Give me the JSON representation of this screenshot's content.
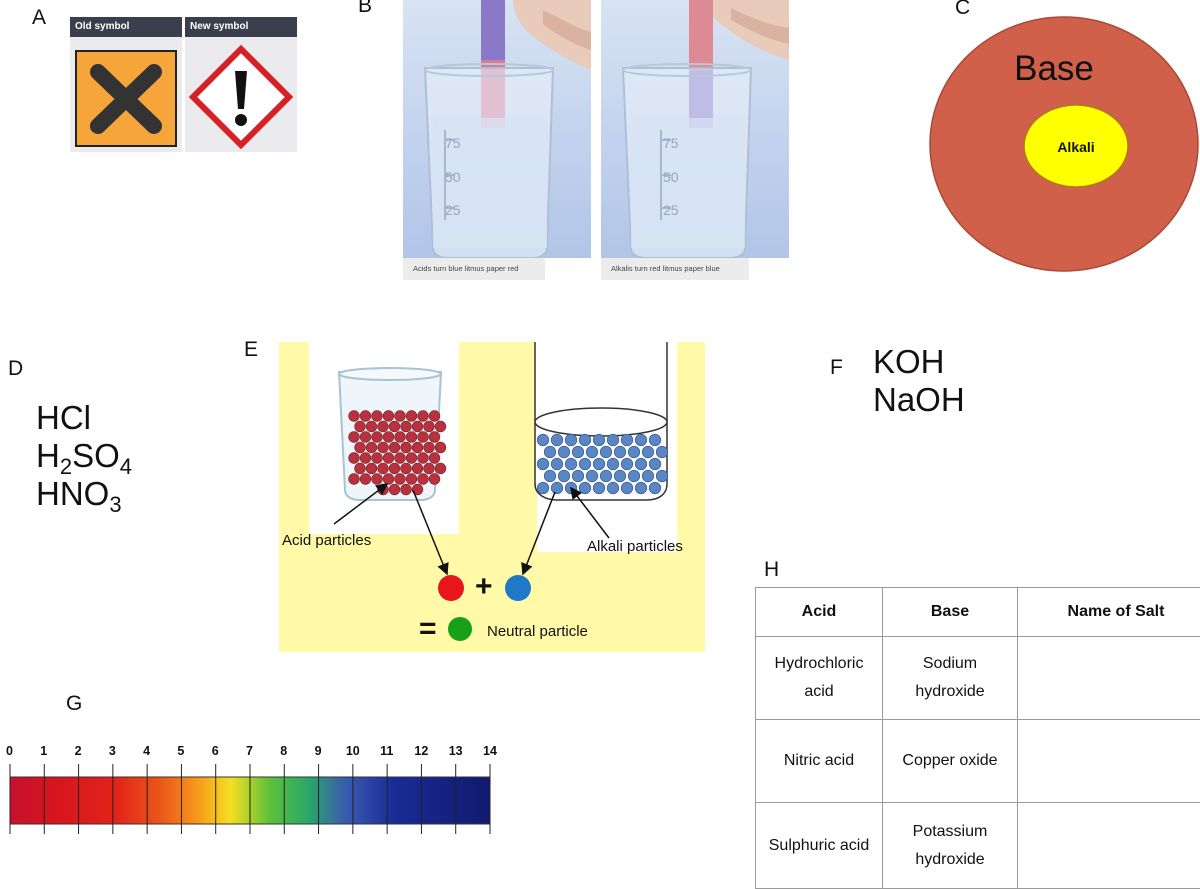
{
  "labels": {
    "a": "A",
    "b": "B",
    "c": "C",
    "d": "D",
    "e": "E",
    "f": "F",
    "g": "G",
    "h": "H"
  },
  "hazard": {
    "old_label": "Old symbol",
    "new_label": "New symbol",
    "colors": {
      "old_bg": "#f6a53a",
      "cross": "#333333",
      "diamond": "#d81f26"
    }
  },
  "litmus": {
    "left_caption": "Acids turn blue litmus paper red",
    "right_caption": "Alkalis turn red litmus paper blue",
    "marks": [
      "75",
      "50",
      "25"
    ]
  },
  "venn": {
    "outer": "Base",
    "inner": "Alkali",
    "colors": {
      "outer": "#d0604a",
      "inner": "#ffff00"
    }
  },
  "acids": {
    "line1": "HCl",
    "line2_main": "H",
    "line2_sub1": "2",
    "line2_mid": "SO",
    "line2_sub2": "4",
    "line3_main": "HNO",
    "line3_sub": "3"
  },
  "alkalis": {
    "line1": "KOH",
    "line2": "NaOH"
  },
  "neutralisation": {
    "acid_label": "Acid particles",
    "alkali_label": "Alkali particles",
    "plus": "+",
    "equals": "=",
    "neutral_label": "Neutral particle",
    "colors": {
      "bg": "#fff9a8",
      "acid": "#e8161a",
      "alkali": "#1f78c8",
      "neutral": "#18a018"
    }
  },
  "ph_scale": {
    "ticks": [
      "0",
      "1",
      "2",
      "3",
      "4",
      "5",
      "6",
      "7",
      "8",
      "9",
      "10",
      "11",
      "12",
      "13",
      "14"
    ]
  },
  "table": {
    "headers": [
      "Acid",
      "Base",
      "Name of Salt"
    ],
    "rows": [
      {
        "acid_l1": "Hydrochloric",
        "acid_l2": "acid",
        "base_l1": "Sodium",
        "base_l2": "hydroxide",
        "salt": ""
      },
      {
        "acid_l1": "Nitric acid",
        "acid_l2": "",
        "base_l1": "Copper oxide",
        "base_l2": "",
        "salt": ""
      },
      {
        "acid_l1": "Sulphuric acid",
        "acid_l2": "",
        "base_l1": "Potassium",
        "base_l2": "hydroxide",
        "salt": ""
      }
    ]
  }
}
